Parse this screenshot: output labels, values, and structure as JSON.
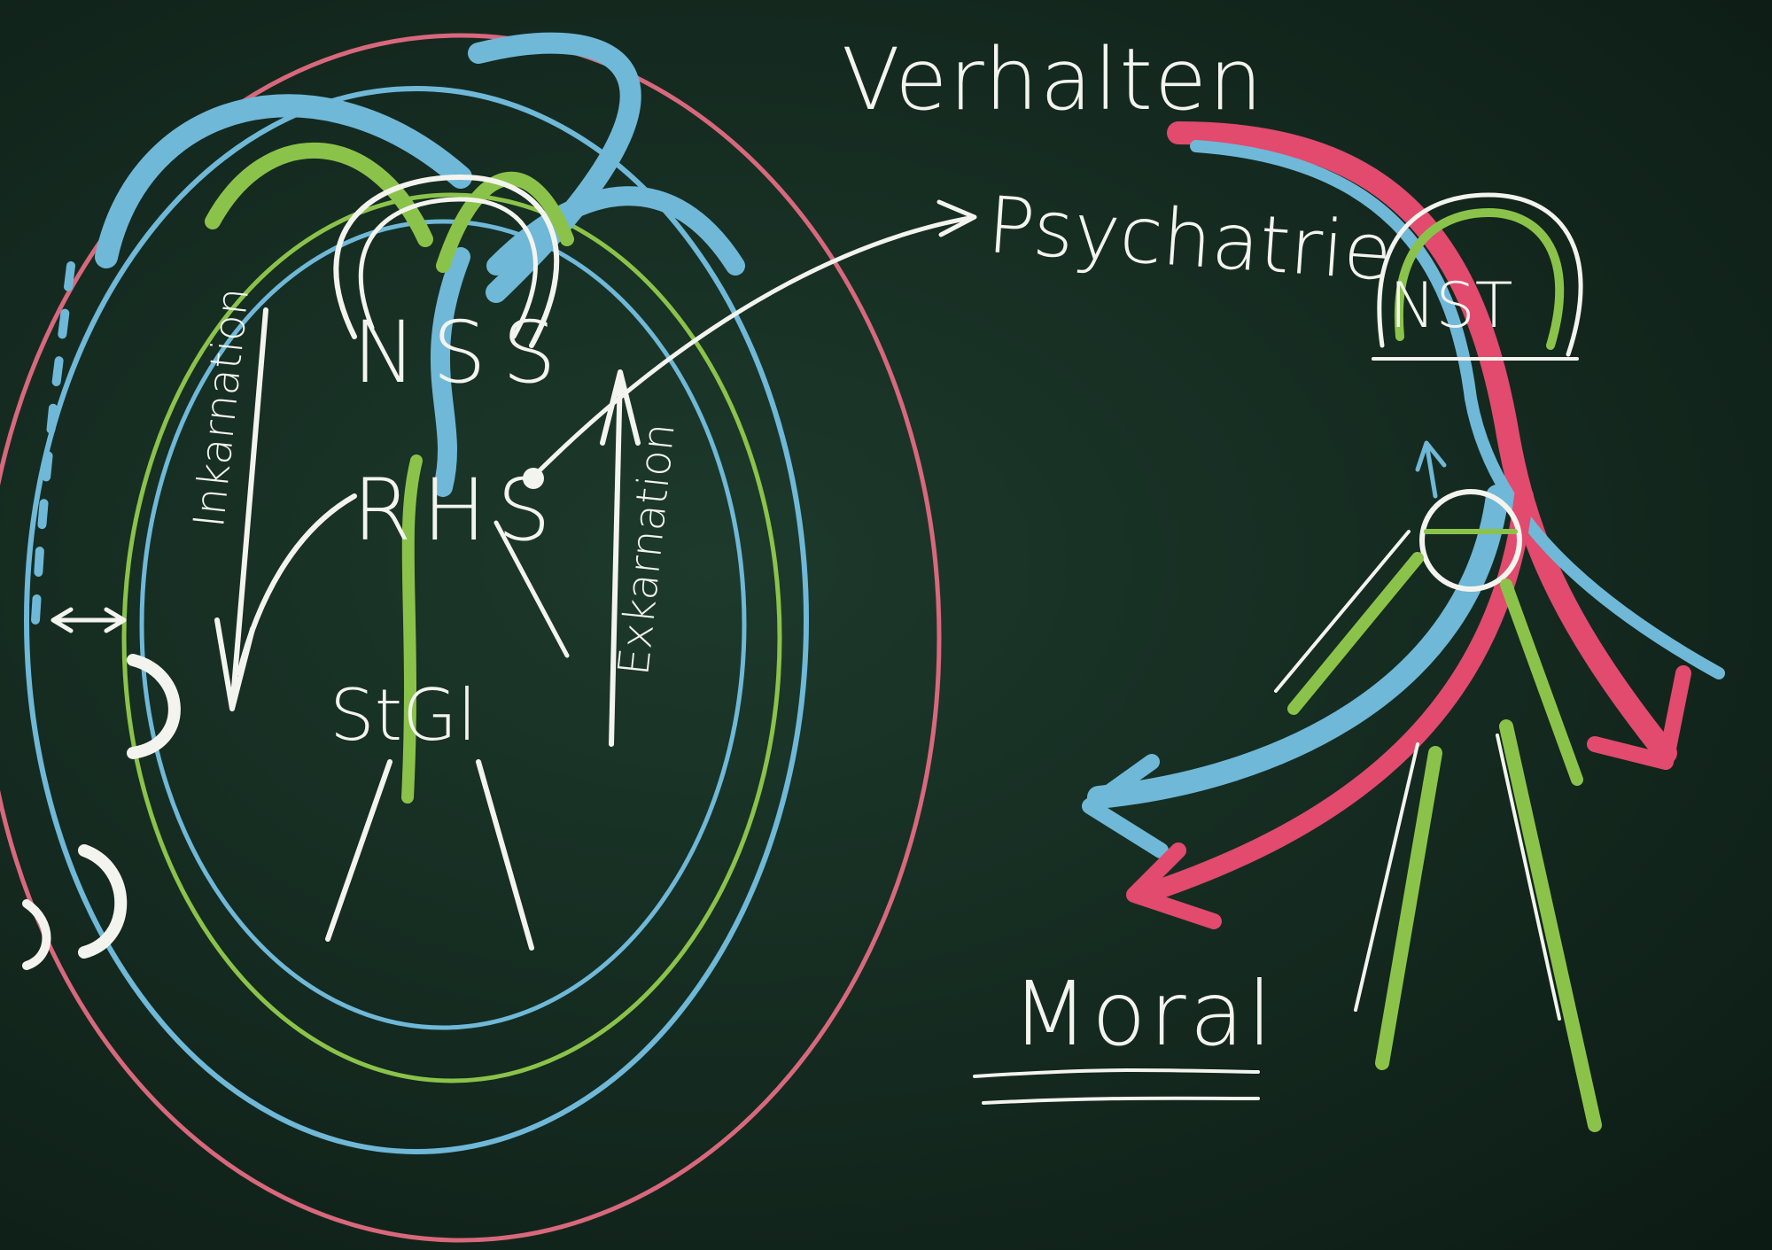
{
  "image": {
    "subject": "chalkboard-diagram"
  },
  "labels": {
    "verhalten": "Verhalten",
    "psychatrie": "Psychatrie",
    "nst": "NST",
    "nss": "NSS",
    "rhs": "RHS",
    "stgl": "StGl",
    "moral": "Moral",
    "inkarnation": "Inkarnation",
    "exkarnation": "Exkarnation"
  },
  "colors": {
    "board": "#14291f",
    "chalk_white": "#f4f4ef",
    "chalk_blue": "#6fb8d8",
    "chalk_green": "#8bc34a",
    "chalk_red": "#e24a6e",
    "chalk_pink": "#d9687d"
  }
}
